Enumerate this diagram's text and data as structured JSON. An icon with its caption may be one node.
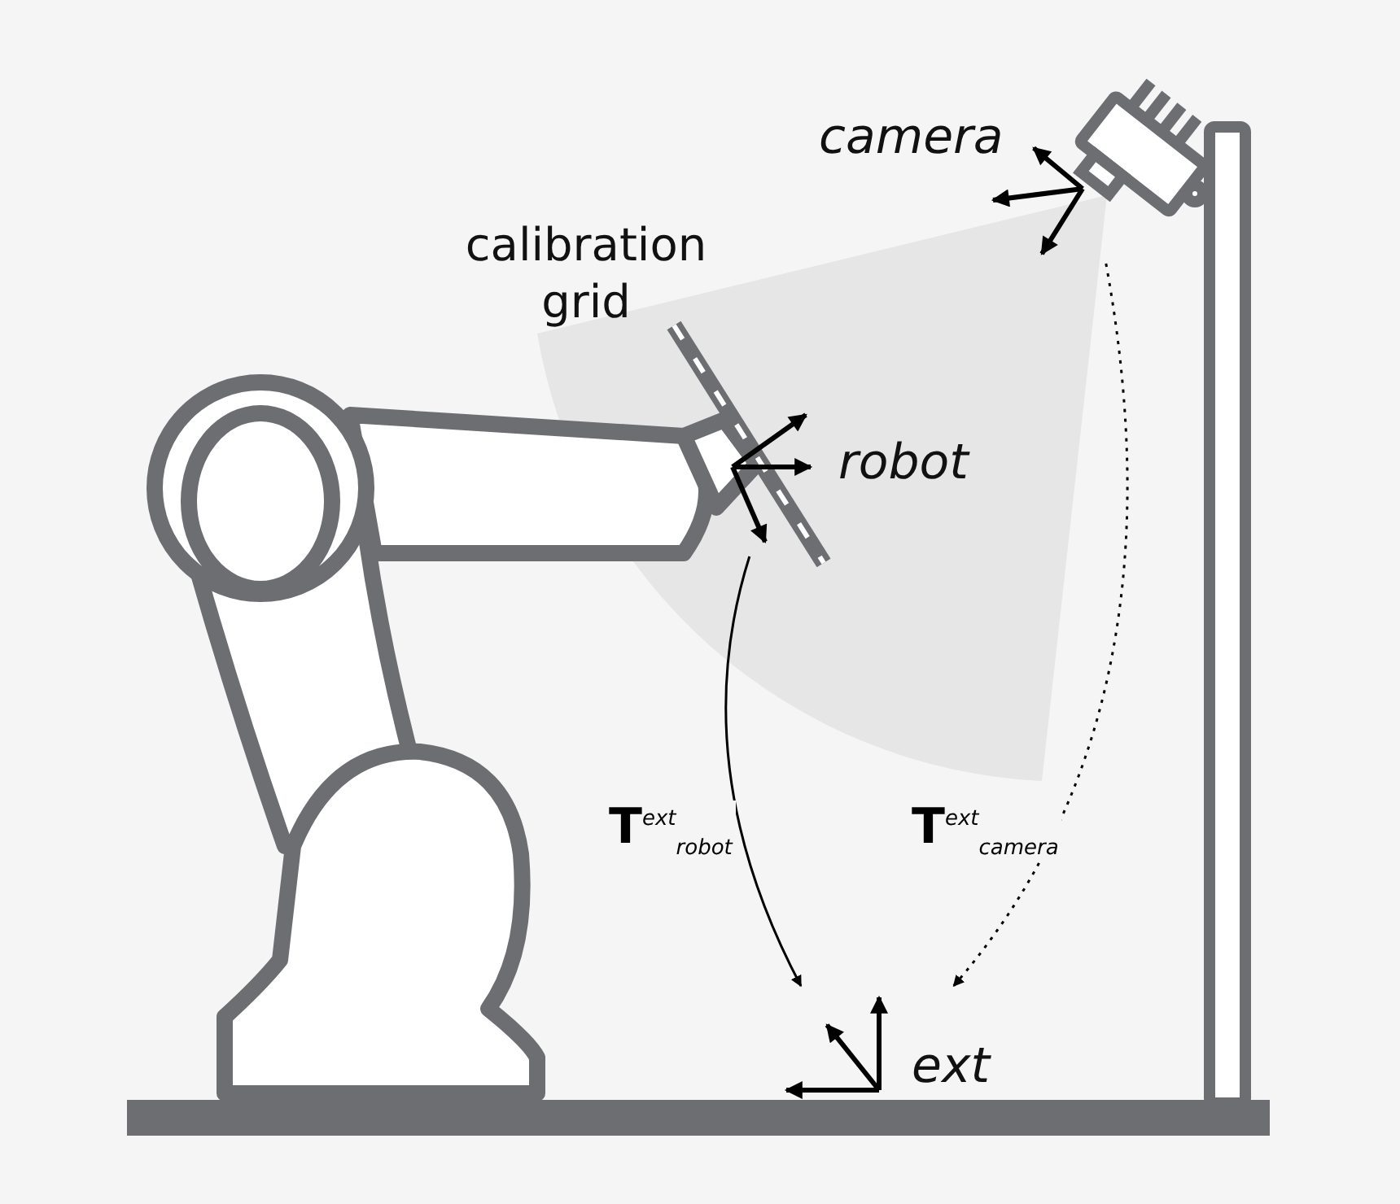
{
  "diagram": {
    "nodes": [
      {
        "text": [
          "camera"
        ]
      },
      {
        "text": [
          "robot"
        ]
      },
      {
        "text": [
          "ext"
        ]
      }
    ],
    "edges": [
      {
        "from": 1,
        "to": 2,
        "arrow": "to",
        "label": "**T**$^{ext}$$_{robot}$"
      },
      {
        "from": 0,
        "to": 2,
        "arrow": "to",
        "label": "**T**$^{ext}$$_{camera}$",
        "style": "dashed"
      }
    ],
    "labels": [
      "calibration grid"
    ]
  }
}
